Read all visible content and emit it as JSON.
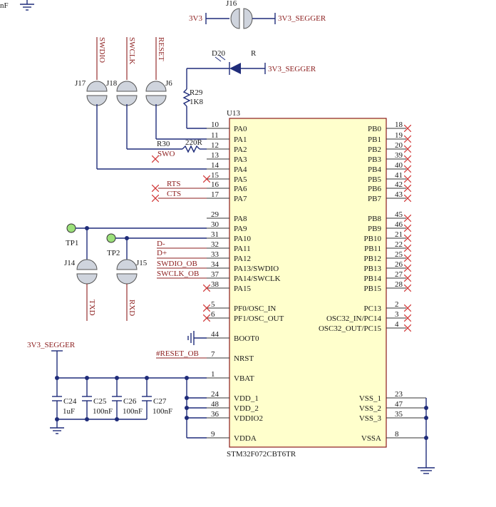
{
  "colors": {
    "chip_fill": "#ffffcc",
    "chip_stroke": "#8b1c1c",
    "wire": "#1f2c7a",
    "no_connect": "#d23a3a",
    "net_label": "#8b1c1c",
    "testpoint": "#9be07a"
  },
  "top_partial_label": "nF",
  "chip": {
    "ref": "U13",
    "part": "STM32F072CBT6TR",
    "left_pins": [
      {
        "num": "10",
        "name": "PA0"
      },
      {
        "num": "11",
        "name": "PA1"
      },
      {
        "num": "12",
        "name": "PA2"
      },
      {
        "num": "13",
        "name": "PA3"
      },
      {
        "num": "14",
        "name": "PA4"
      },
      {
        "num": "15",
        "name": "PA5"
      },
      {
        "num": "16",
        "name": "PA6"
      },
      {
        "num": "17",
        "name": "PA7"
      },
      {
        "num": "29",
        "name": "PA8"
      },
      {
        "num": "30",
        "name": "PA9"
      },
      {
        "num": "31",
        "name": "PA10"
      },
      {
        "num": "32",
        "name": "PA11"
      },
      {
        "num": "33",
        "name": "PA12"
      },
      {
        "num": "34",
        "name": "PA13/SWDIO"
      },
      {
        "num": "37",
        "name": "PA14/SWCLK"
      },
      {
        "num": "38",
        "name": "PA15"
      },
      {
        "num": "5",
        "name": "PF0/OSC_IN"
      },
      {
        "num": "6",
        "name": "PF1/OSC_OUT"
      },
      {
        "num": "44",
        "name": "BOOT0"
      },
      {
        "num": "7",
        "name": "NRST"
      },
      {
        "num": "1",
        "name": "VBAT"
      },
      {
        "num": "24",
        "name": "VDD_1"
      },
      {
        "num": "48",
        "name": "VDD_2"
      },
      {
        "num": "36",
        "name": "VDDIO2"
      },
      {
        "num": "9",
        "name": "VDDA"
      }
    ],
    "right_pins": [
      {
        "num": "18",
        "name": "PB0"
      },
      {
        "num": "19",
        "name": "PB1"
      },
      {
        "num": "20",
        "name": "PB2"
      },
      {
        "num": "39",
        "name": "PB3"
      },
      {
        "num": "40",
        "name": "PB4"
      },
      {
        "num": "41",
        "name": "PB5"
      },
      {
        "num": "42",
        "name": "PB6"
      },
      {
        "num": "43",
        "name": "PB7"
      },
      {
        "num": "45",
        "name": "PB8"
      },
      {
        "num": "46",
        "name": "PB9"
      },
      {
        "num": "21",
        "name": "PB10"
      },
      {
        "num": "22",
        "name": "PB11"
      },
      {
        "num": "25",
        "name": "PB12"
      },
      {
        "num": "26",
        "name": "PB13"
      },
      {
        "num": "27",
        "name": "PB14"
      },
      {
        "num": "28",
        "name": "PB15"
      },
      {
        "num": "2",
        "name": "PC13"
      },
      {
        "num": "3",
        "name": "OSC32_IN/PC14"
      },
      {
        "num": "4",
        "name": "OSC32_OUT/PC15"
      },
      {
        "num": "23",
        "name": "VSS_1"
      },
      {
        "num": "47",
        "name": "VSS_2"
      },
      {
        "num": "35",
        "name": "VSS_3"
      },
      {
        "num": "8",
        "name": "VSSA"
      }
    ]
  },
  "j16": {
    "ref": "J16",
    "left_net": "3V3",
    "right_net": "3V3_SEGGER"
  },
  "led": {
    "ref": "D20",
    "color": "R",
    "net": "3V3_SEGGER"
  },
  "r29": {
    "ref": "R29",
    "value": "1K8"
  },
  "r30": {
    "ref": "R30",
    "value": "220R"
  },
  "jumpers_top": [
    {
      "ref": "J17",
      "net": "SWDIO"
    },
    {
      "ref": "J18",
      "net": "SWCLK"
    },
    {
      "ref": "J6",
      "net": "RESET"
    }
  ],
  "jumpers_bottom": [
    {
      "ref": "J14",
      "net": "TXD"
    },
    {
      "ref": "J15",
      "net": "RXD"
    }
  ],
  "testpoints": [
    {
      "ref": "TP1"
    },
    {
      "ref": "TP2"
    }
  ],
  "pin_nets": {
    "swo": "SWO",
    "rts": "RTS",
    "cts": "CTS",
    "dm": "D-",
    "dp": "D+",
    "swdio_ob": "SWDIO_OB",
    "swclk_ob": "SWCLK_OB",
    "reset_ob": "#RESET_OB"
  },
  "supply_net": "3V3_SEGGER",
  "capacitors": [
    {
      "ref": "C24",
      "value": "1uF"
    },
    {
      "ref": "C25",
      "value": "100nF"
    },
    {
      "ref": "C26",
      "value": "100nF"
    },
    {
      "ref": "C27",
      "value": "100nF"
    }
  ]
}
